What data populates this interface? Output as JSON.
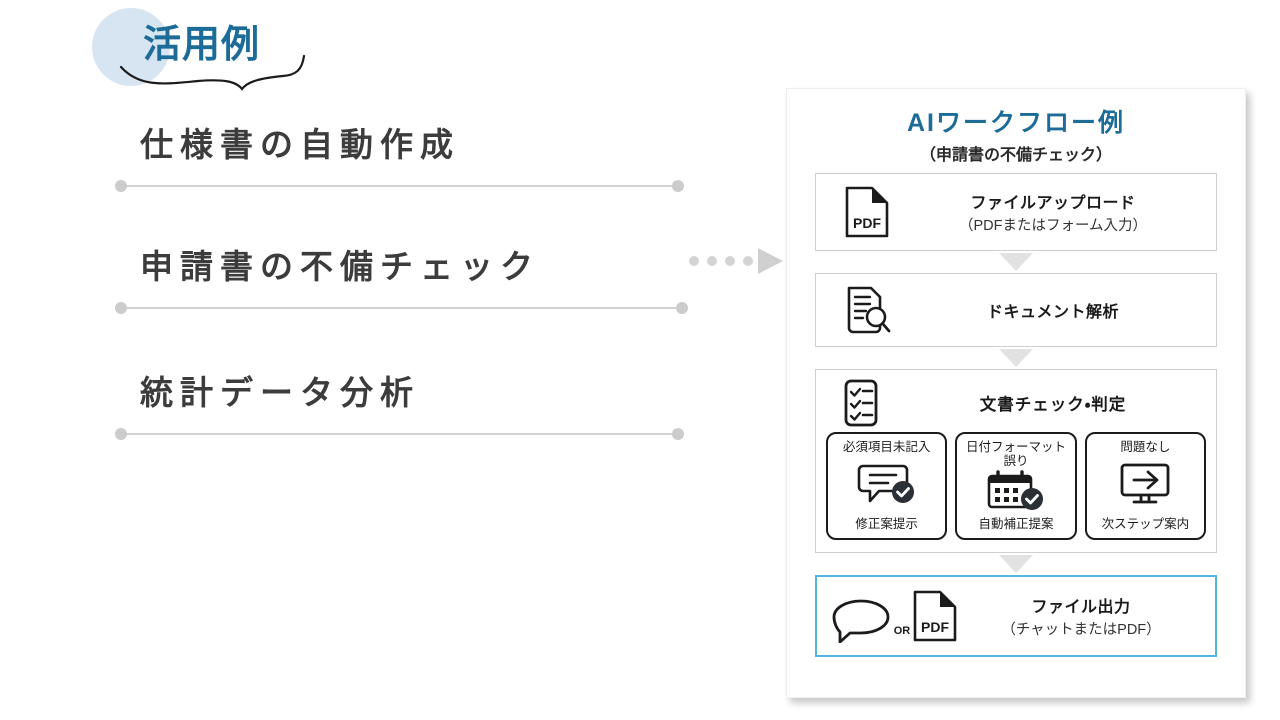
{
  "header": {
    "badge_label": "活用例",
    "accent_color": "#1c6c97",
    "circle_color": "#d7e5f2"
  },
  "use_cases": [
    {
      "label": "仕様書の自動作成",
      "line_end": 678
    },
    {
      "label": "申請書の不備チェック",
      "line_end": 682
    },
    {
      "label": "統計データ分析",
      "line_end": 678
    }
  ],
  "connector": {
    "dots": 4,
    "dot_color": "#d4d4d4",
    "arrow_color": "#d0d0d0"
  },
  "panel": {
    "title": "AIワークフロー例",
    "subtitle": "（申請書の不備チェック）",
    "steps": [
      {
        "icon": "pdf-file-icon",
        "main": "ファイルアップロード",
        "sub": "（PDFまたはフォーム入力）"
      },
      {
        "icon": "document-search-icon",
        "main": "ドキュメント解析",
        "sub": ""
      }
    ],
    "check_step": {
      "icon": "checklist-icon",
      "title": "文書チェック・判定",
      "items": [
        {
          "top": "必須項目未記入",
          "icon": "chat-check-icon",
          "bottom": "修正案提示"
        },
        {
          "top": "日付フォーマット誤り",
          "icon": "calendar-check-icon",
          "bottom": "自動補正提案"
        },
        {
          "top": "問題なし",
          "icon": "monitor-arrow-icon",
          "bottom": "次ステップ案内"
        }
      ]
    },
    "output_step": {
      "icons": [
        "chat-bubble-icon",
        "pdf-file-icon"
      ],
      "or_label": "OR",
      "main": "ファイル出力",
      "sub": "（チャットまたはPDF）",
      "border_color": "#52b6e0"
    }
  }
}
